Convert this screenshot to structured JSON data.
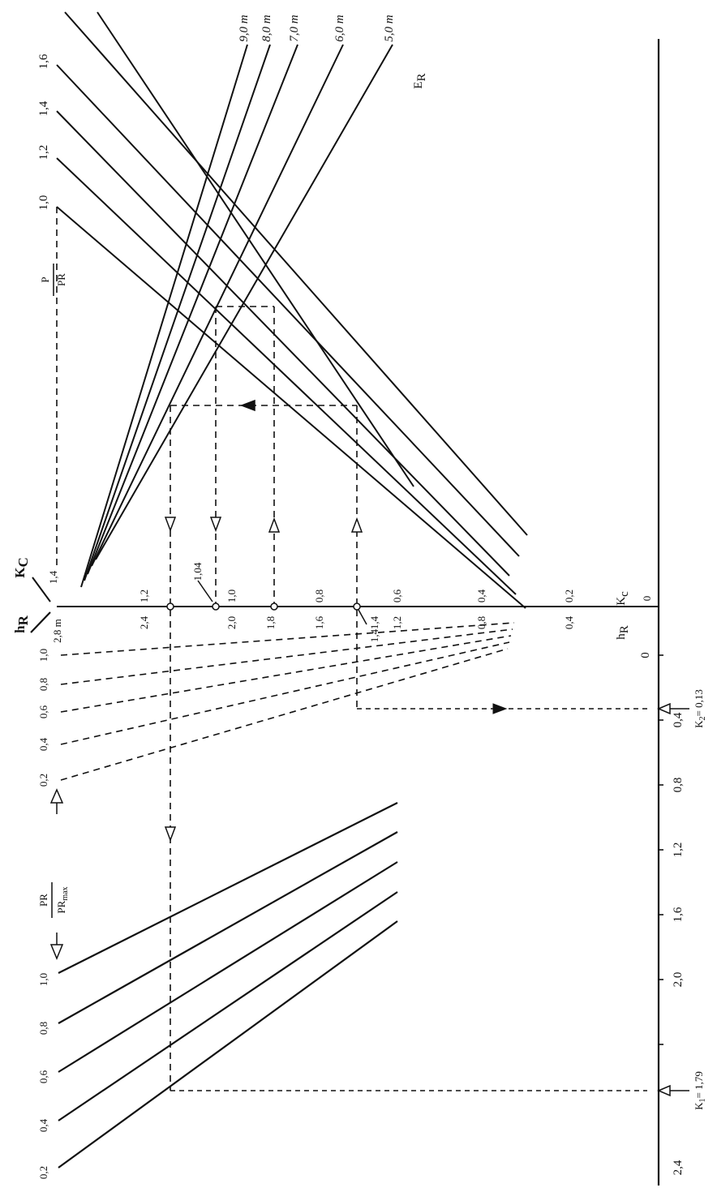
{
  "labels": {
    "p_over_pr": "P/PR",
    "pr_over_prmax": "PR/PRmax",
    "er": "E",
    "er_sub": "R",
    "kc_top": "K",
    "kc_top_sub": "C",
    "kc_right": "K",
    "kc_right_sub": "c",
    "hr_left": "h",
    "hr_left_sub": "R",
    "hr_right": "h",
    "hr_right_sub": "R",
    "pr": "PR",
    "prmax": "PR",
    "prmax_sub": "max",
    "p": "P",
    "k1": "K",
    "k1_sub": "1",
    "k1_value": "= 1,79",
    "k2": "K",
    "k2_sub": "2",
    "k2_value": "= 0,13",
    "annot_104": "1,04",
    "annot_14": "1,4",
    "hr_28": "2,8 m"
  },
  "p_pr_scale": [
    "1,0",
    "1,2",
    "1,4",
    "1,6"
  ],
  "er_curves": [
    "9,0 m",
    "8,0 m",
    "7,0 m",
    "6,0 m",
    "5,0 m"
  ],
  "kc_scale": [
    "1,4",
    "1,2",
    "1,0",
    "0,8",
    "0,6",
    "0,4",
    "0,2",
    "0"
  ],
  "hr_scale": [
    "2,4",
    "2,0",
    "1,8",
    "1,6",
    "1,4",
    "1,2",
    "0,8",
    "0,4"
  ],
  "hr_ratio_scale": [
    "1,0",
    "0,8",
    "0,6",
    "0,4",
    "0,2"
  ],
  "pr_ratio_scale": [
    "1,0",
    "0,8",
    "0,6",
    "0,4",
    "0,2"
  ],
  "k_scale": [
    "0",
    "0,4",
    "0,8",
    "1,2",
    "1,6",
    "2,0",
    "2,4"
  ],
  "kc_scale_mark": "0,4",
  "kc_scale_mark2": "0,2"
}
